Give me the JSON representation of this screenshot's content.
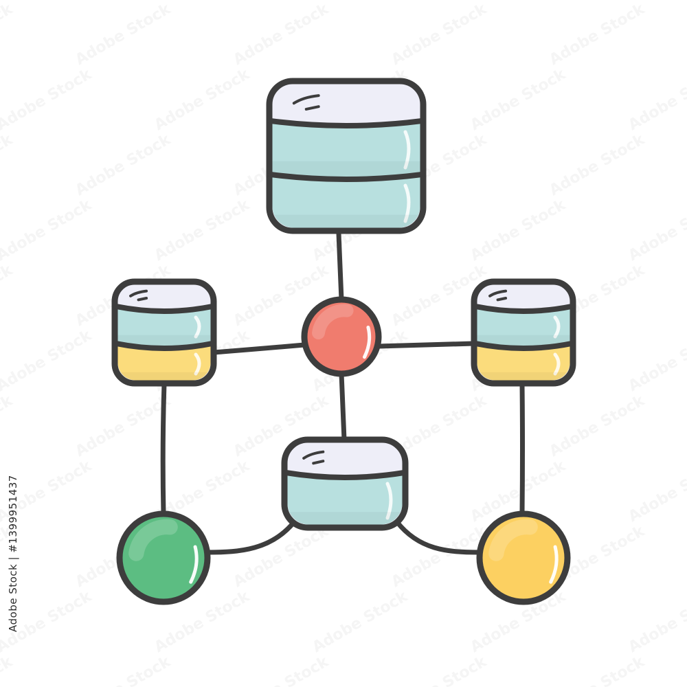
{
  "watermark": {
    "stock_id_text": "Adobe Stock | #1399951437",
    "pattern_text": "Adobe Stock"
  },
  "diagram": {
    "nodes": [
      {
        "id": "top-database",
        "kind": "database",
        "layers": [
          "teal",
          "teal"
        ]
      },
      {
        "id": "left-database",
        "kind": "database",
        "layers": [
          "teal",
          "yellow"
        ]
      },
      {
        "id": "right-database",
        "kind": "database",
        "layers": [
          "teal",
          "yellow"
        ]
      },
      {
        "id": "bottom-database",
        "kind": "database",
        "layers": [
          "teal"
        ]
      },
      {
        "id": "center-hub",
        "kind": "node",
        "color": "red"
      },
      {
        "id": "green-node",
        "kind": "node",
        "color": "green"
      },
      {
        "id": "yellow-node",
        "kind": "node",
        "color": "yellow"
      }
    ],
    "edges": [
      [
        "top-database",
        "center-hub"
      ],
      [
        "left-database",
        "center-hub"
      ],
      [
        "right-database",
        "center-hub"
      ],
      [
        "center-hub",
        "bottom-database"
      ],
      [
        "left-database",
        "green-node"
      ],
      [
        "right-database",
        "yellow-node"
      ],
      [
        "bottom-database",
        "green-node"
      ],
      [
        "bottom-database",
        "yellow-node"
      ]
    ]
  },
  "colors": {
    "outline": "#3d3d3d",
    "lid": "#eeeef8",
    "teal": "#b8e0df",
    "yellow": "#fbdc7c",
    "red": "#f07c6e",
    "green": "#5cbd82",
    "node_yellow": "#fcd061"
  }
}
